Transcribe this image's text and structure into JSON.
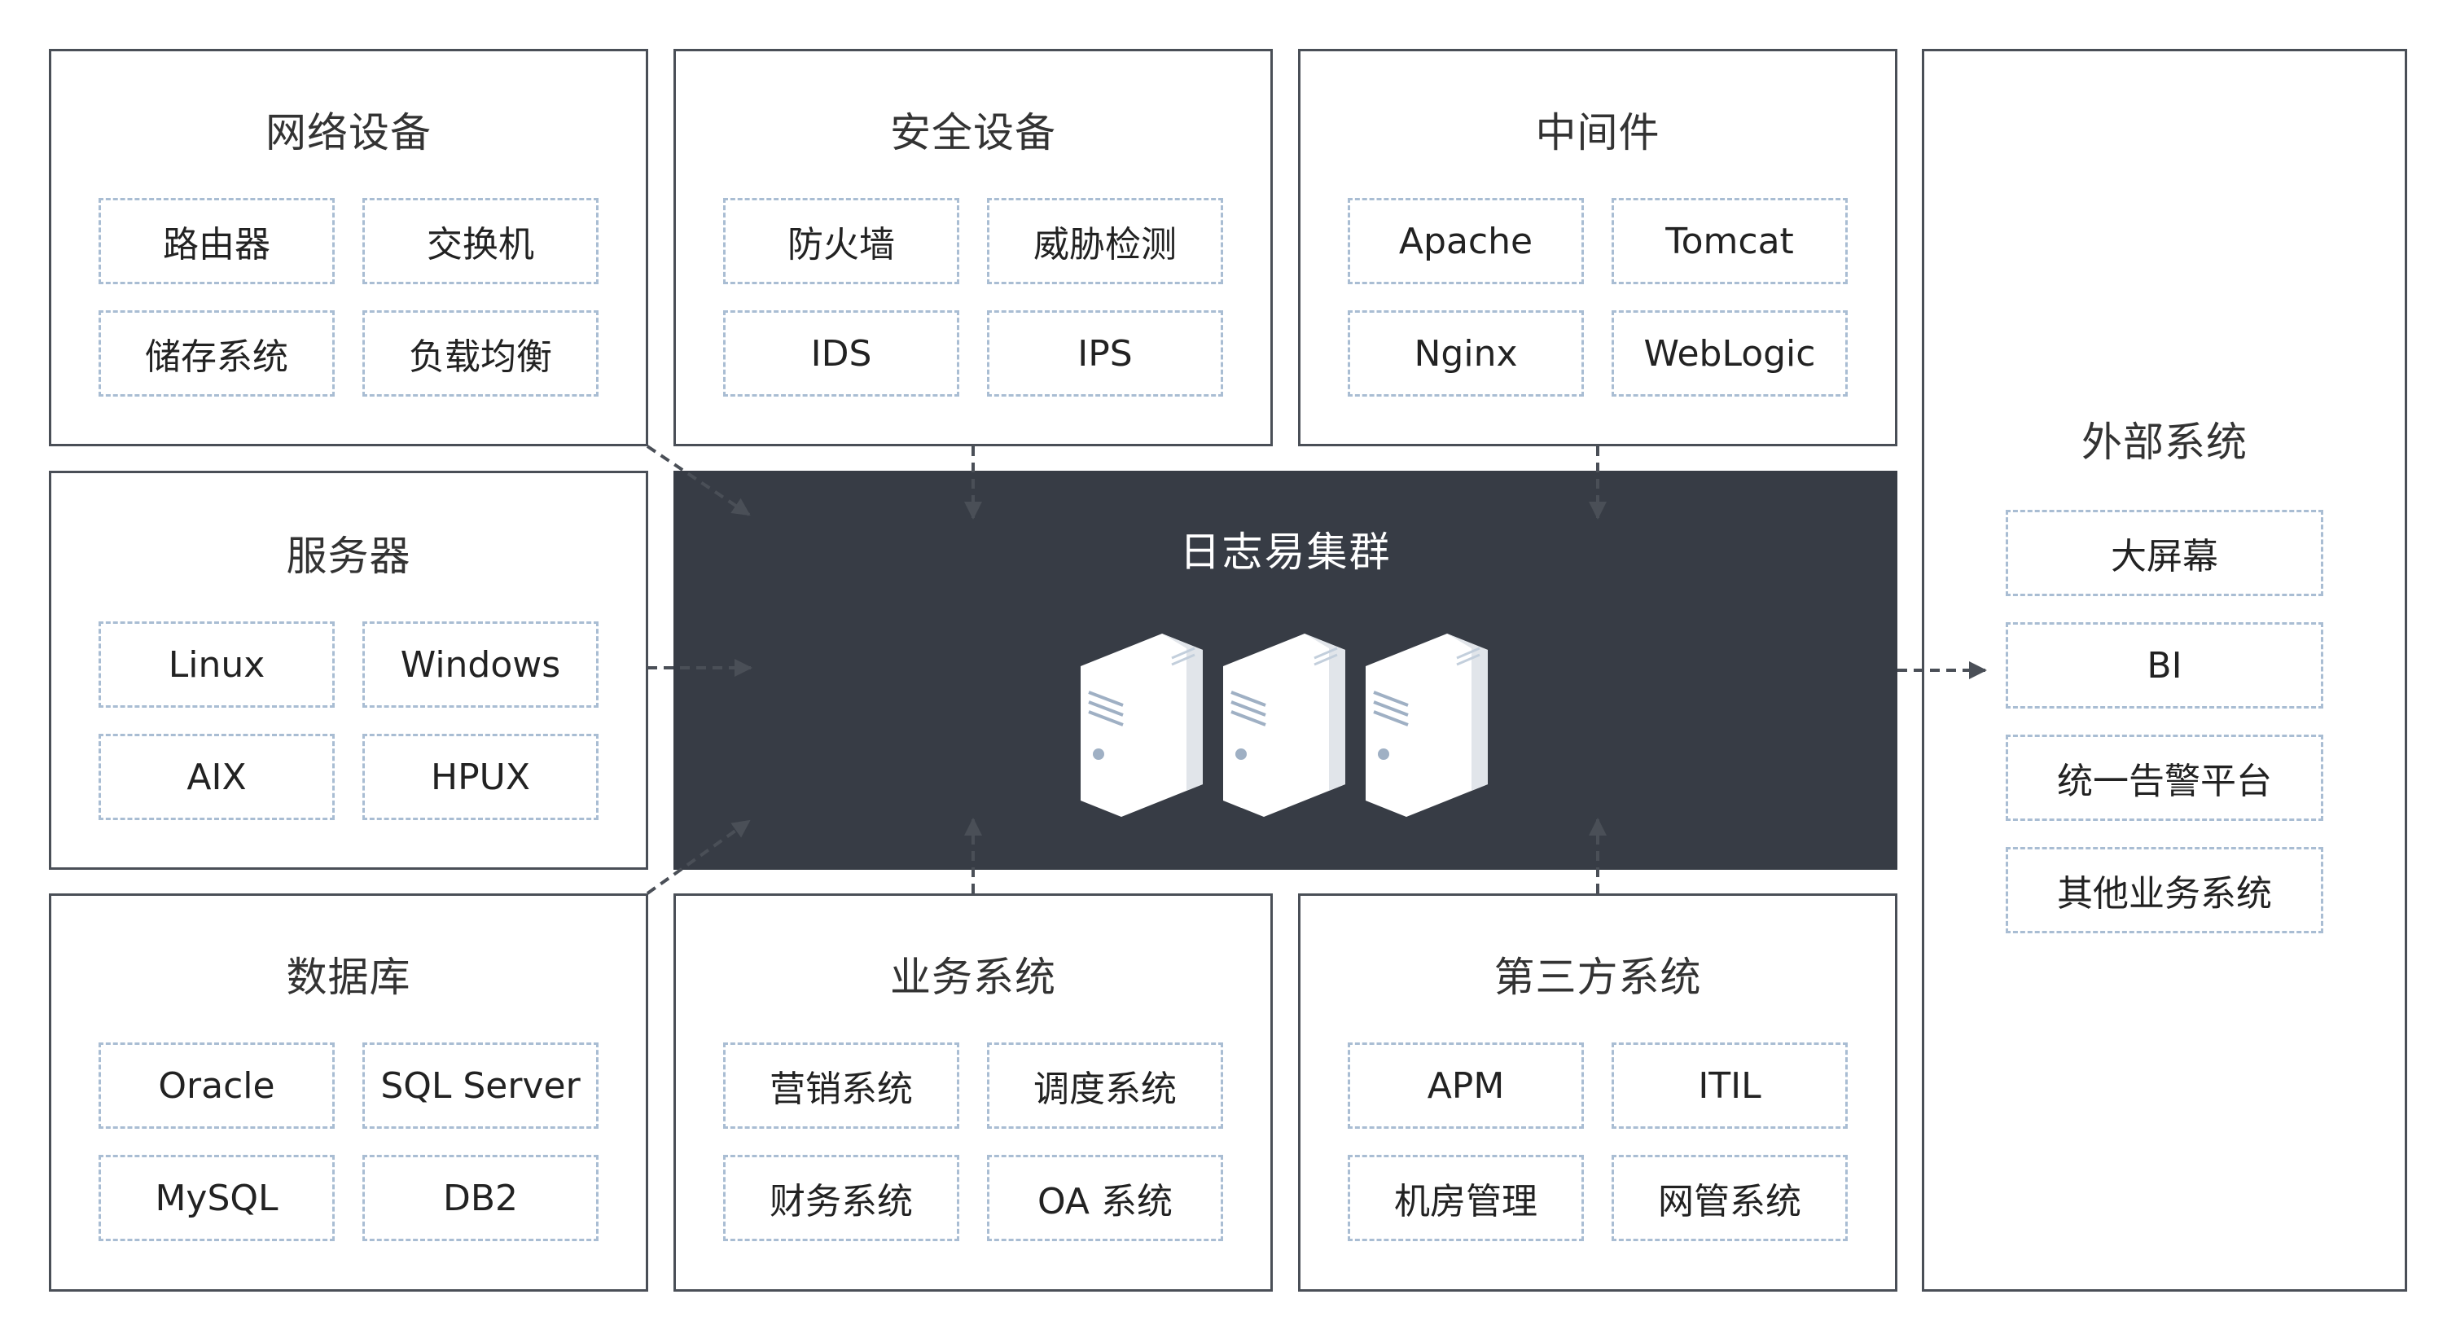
{
  "cluster": {
    "title": "日志易集群"
  },
  "groups": {
    "network": {
      "title": "网络设备",
      "items": [
        "路由器",
        "交换机",
        "储存系统",
        "负载均衡"
      ]
    },
    "security": {
      "title": "安全设备",
      "items": [
        "防火墙",
        "威胁检测",
        "IDS",
        "IPS"
      ]
    },
    "middleware": {
      "title": "中间件",
      "items": [
        "Apache",
        "Tomcat",
        "Nginx",
        "WebLogic"
      ]
    },
    "server": {
      "title": "服务器",
      "items": [
        "Linux",
        "Windows",
        "AIX",
        "HPUX"
      ]
    },
    "database": {
      "title": "数据库",
      "items": [
        "Oracle",
        "SQL Server",
        "MySQL",
        "DB2"
      ]
    },
    "business": {
      "title": "业务系统",
      "items": [
        "营销系统",
        "调度系统",
        "财务系统",
        "OA 系统"
      ]
    },
    "thirdparty": {
      "title": "第三方系统",
      "items": [
        "APM",
        "ITIL",
        "机房管理",
        "网管系统"
      ]
    },
    "external": {
      "title": "外部系统",
      "items": [
        "大屏幕",
        "BI",
        "统一告警平台",
        "其他业务系统"
      ]
    }
  },
  "icons": [
    "server-icon",
    "server-icon",
    "server-icon",
    "arrow-icon"
  ],
  "colors": {
    "cluster_bg": "#373c45",
    "box_border": "#4a4f57",
    "item_border": "#a9bdd3",
    "server_face": "#ffffff",
    "server_side": "#d9dde2"
  }
}
